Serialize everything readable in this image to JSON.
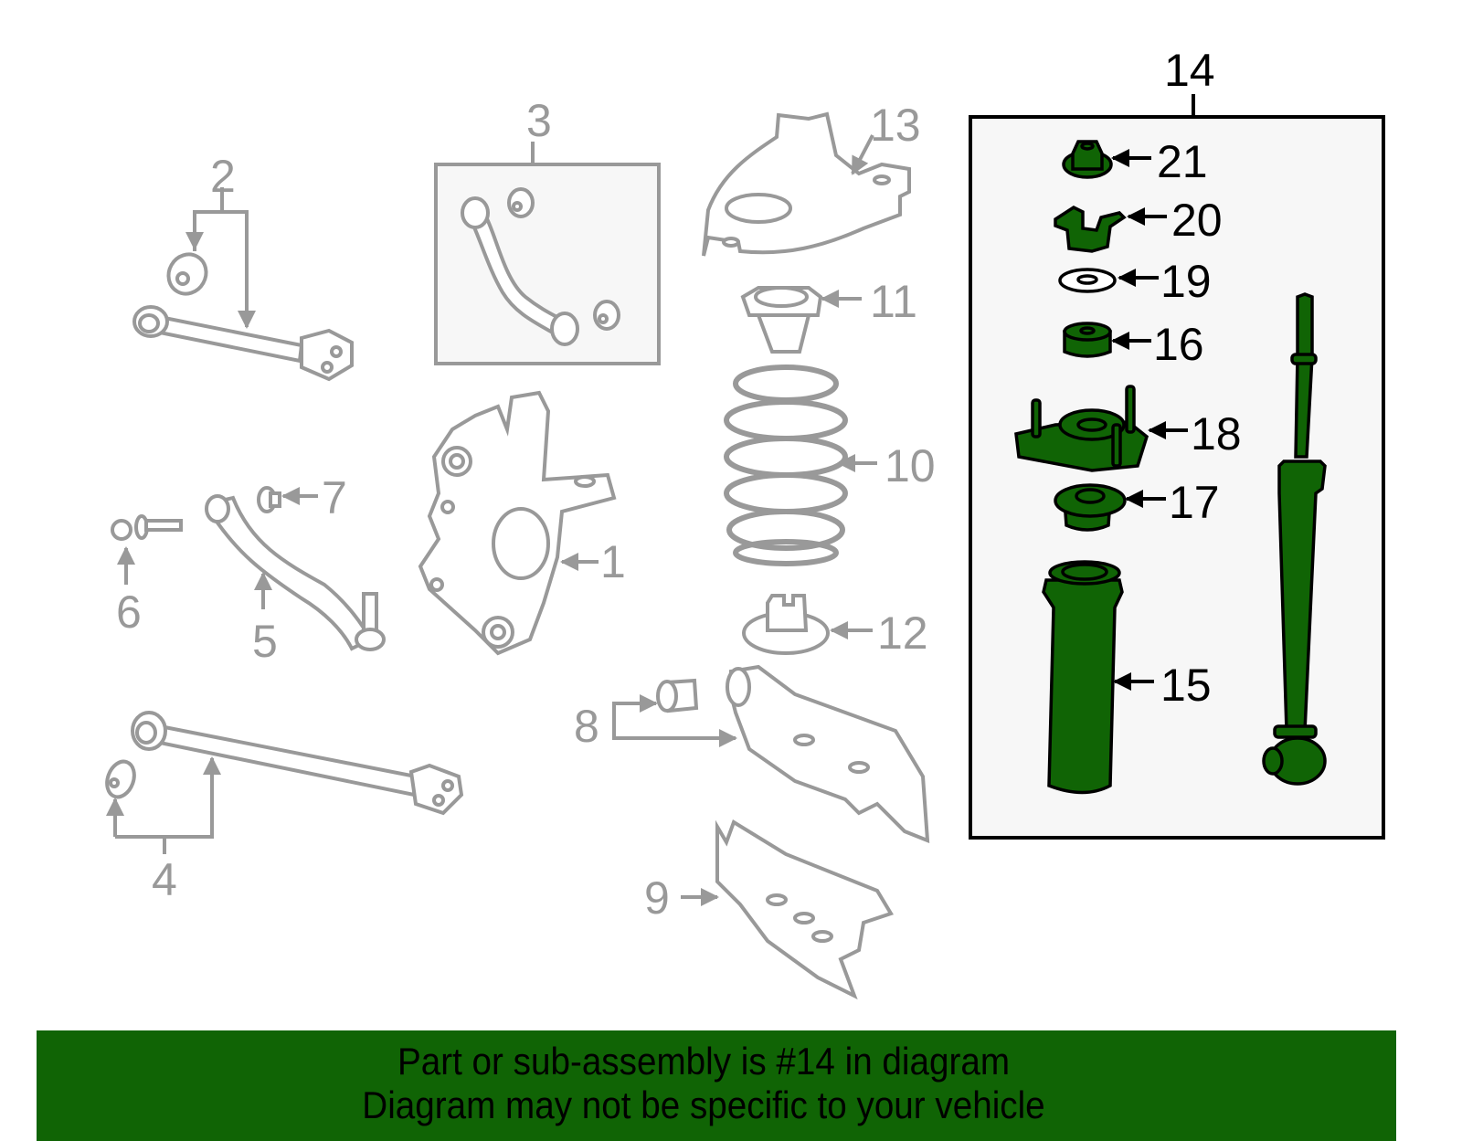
{
  "diagram": {
    "title_callout": "14",
    "colors": {
      "highlight_fill": "#106405",
      "highlight_stroke": "#000000",
      "gray_part": "#999999",
      "box_bg": "#f7f7f7",
      "banner_bg": "#106405"
    },
    "callouts": {
      "c1": "1",
      "c2": "2",
      "c3": "3",
      "c4": "4",
      "c5": "5",
      "c6": "6",
      "c7": "7",
      "c8": "8",
      "c9": "9",
      "c10": "10",
      "c11": "11",
      "c12": "12",
      "c13": "13",
      "c14": "14",
      "c15": "15",
      "c16": "16",
      "c17": "17",
      "c18": "18",
      "c19": "19",
      "c20": "20",
      "c21": "21"
    },
    "highlighted_assembly": {
      "number": "14",
      "parts": [
        "15",
        "16",
        "17",
        "18",
        "19",
        "20",
        "21"
      ]
    }
  },
  "banner": {
    "line1": "Part or sub-assembly is #14 in diagram",
    "line2": "Diagram may not be specific to your vehicle"
  }
}
